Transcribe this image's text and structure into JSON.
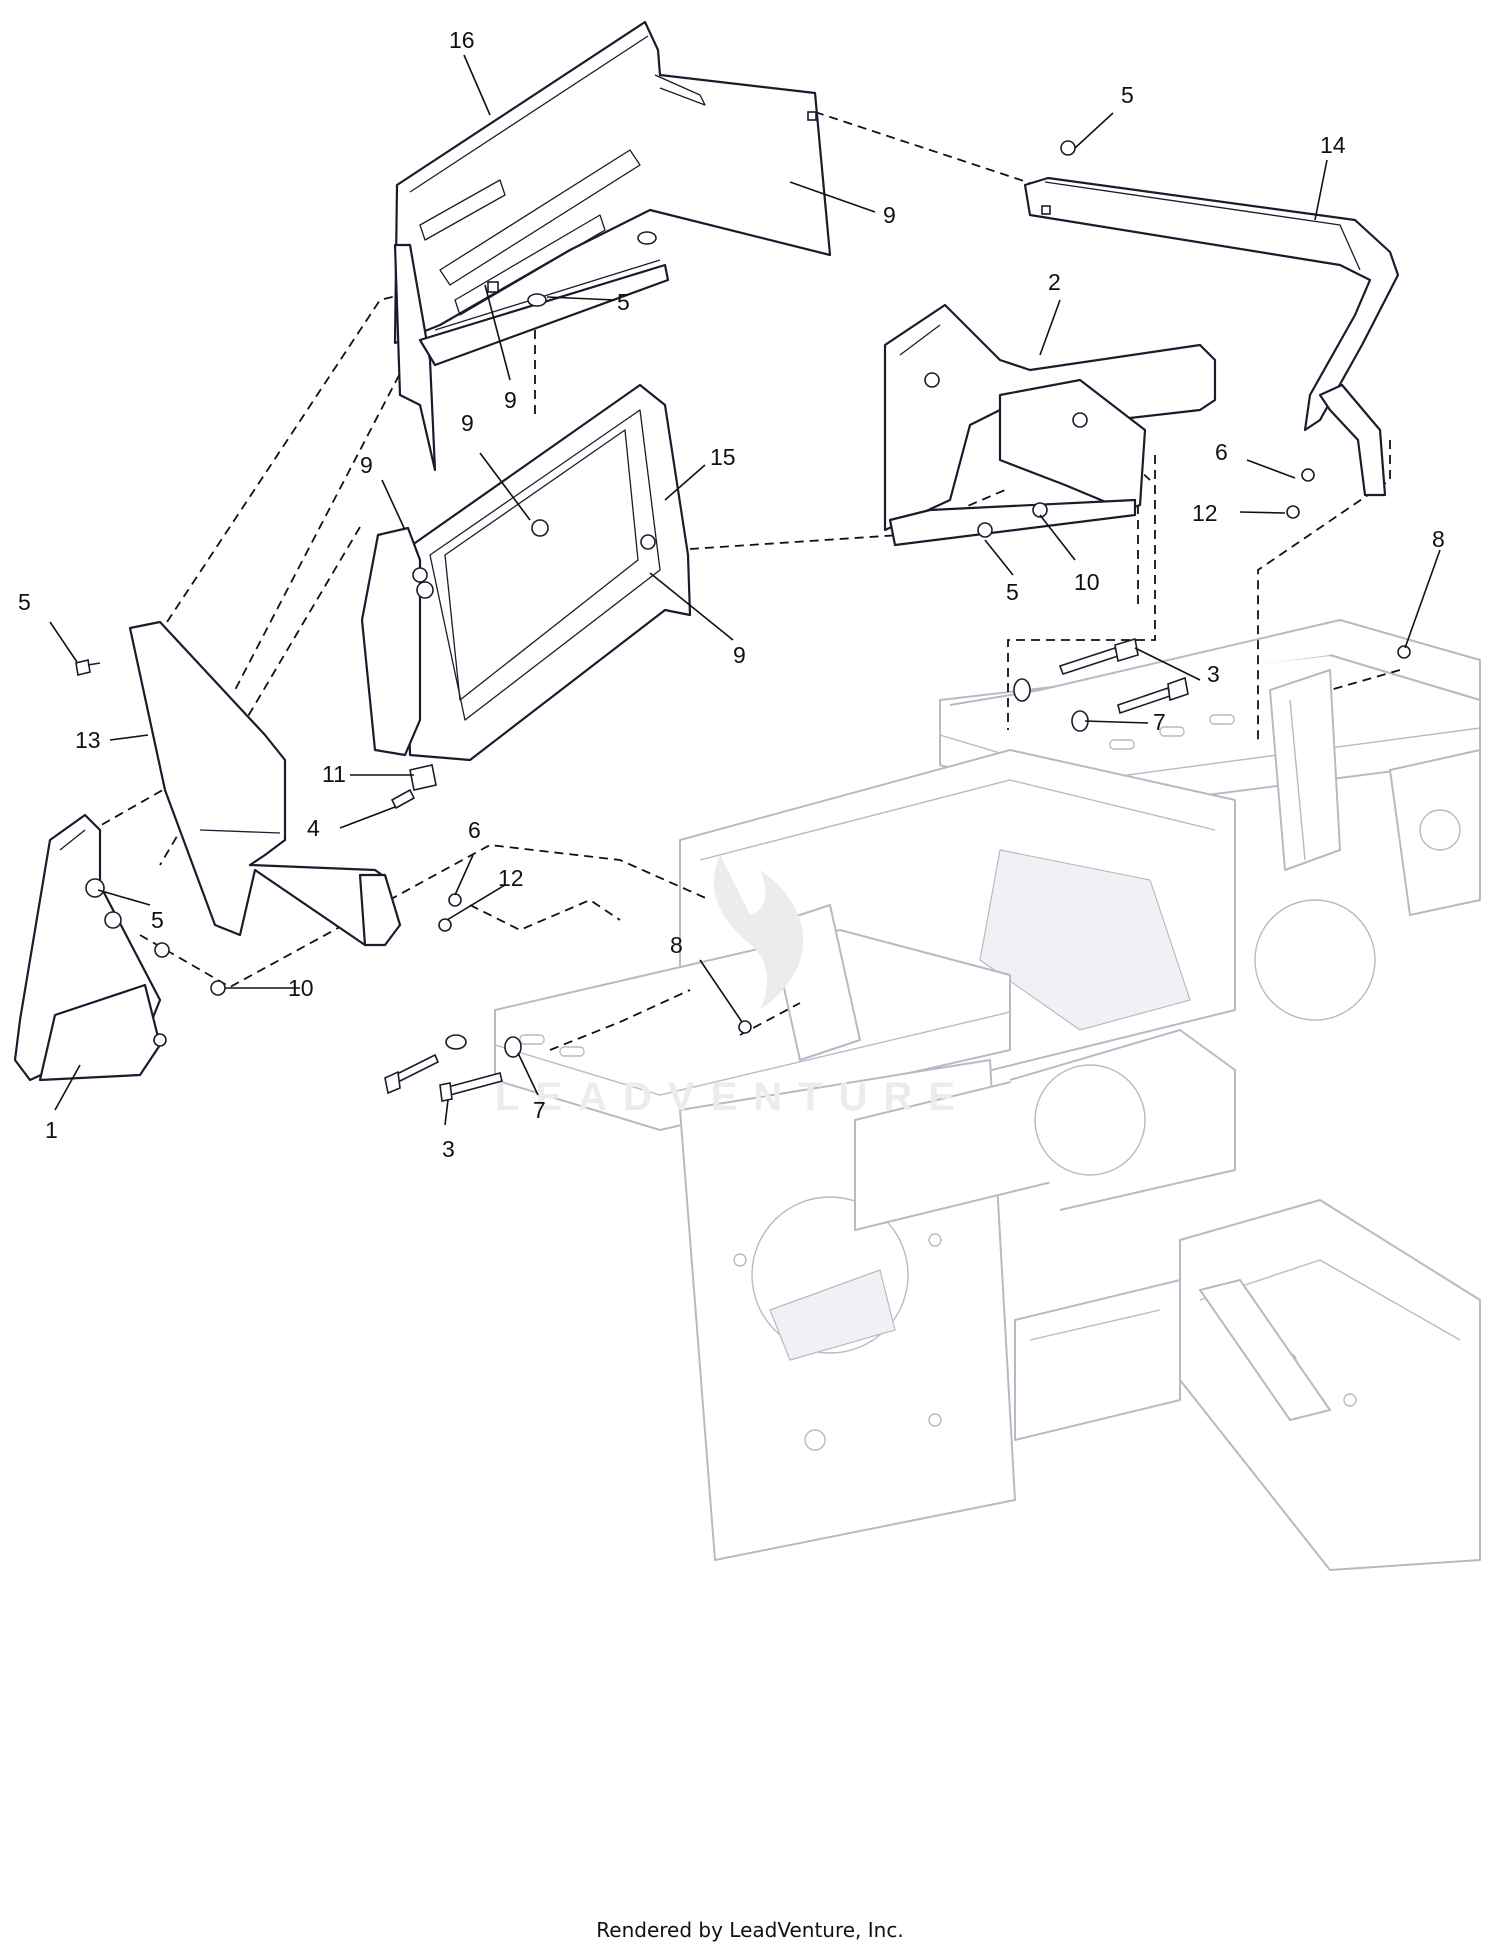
{
  "diagram": {
    "callouts": [
      {
        "id": "c-16",
        "label": "16"
      },
      {
        "id": "c-5a",
        "label": "5"
      },
      {
        "id": "c-14",
        "label": "14"
      },
      {
        "id": "c-9a",
        "label": "9"
      },
      {
        "id": "c-5b",
        "label": "5"
      },
      {
        "id": "c-2",
        "label": "2"
      },
      {
        "id": "c-9b",
        "label": "9"
      },
      {
        "id": "c-9c",
        "label": "9"
      },
      {
        "id": "c-9d",
        "label": "9"
      },
      {
        "id": "c-15",
        "label": "15"
      },
      {
        "id": "c-6a",
        "label": "6"
      },
      {
        "id": "c-12a",
        "label": "12"
      },
      {
        "id": "c-5c",
        "label": "5"
      },
      {
        "id": "c-10a",
        "label": "10"
      },
      {
        "id": "c-9e",
        "label": "9"
      },
      {
        "id": "c-8a",
        "label": "8"
      },
      {
        "id": "c-5d",
        "label": "5"
      },
      {
        "id": "c-3a",
        "label": "3"
      },
      {
        "id": "c-7a",
        "label": "7"
      },
      {
        "id": "c-13",
        "label": "13"
      },
      {
        "id": "c-11",
        "label": "11"
      },
      {
        "id": "c-4",
        "label": "4"
      },
      {
        "id": "c-6b",
        "label": "6"
      },
      {
        "id": "c-12b",
        "label": "12"
      },
      {
        "id": "c-5e",
        "label": "5"
      },
      {
        "id": "c-10b",
        "label": "10"
      },
      {
        "id": "c-8b",
        "label": "8"
      },
      {
        "id": "c-1",
        "label": "1"
      },
      {
        "id": "c-7b",
        "label": "7"
      },
      {
        "id": "c-3b",
        "label": "3"
      }
    ],
    "watermark": "LEADVENTURE",
    "footer": "Rendered by LeadVenture, Inc."
  }
}
